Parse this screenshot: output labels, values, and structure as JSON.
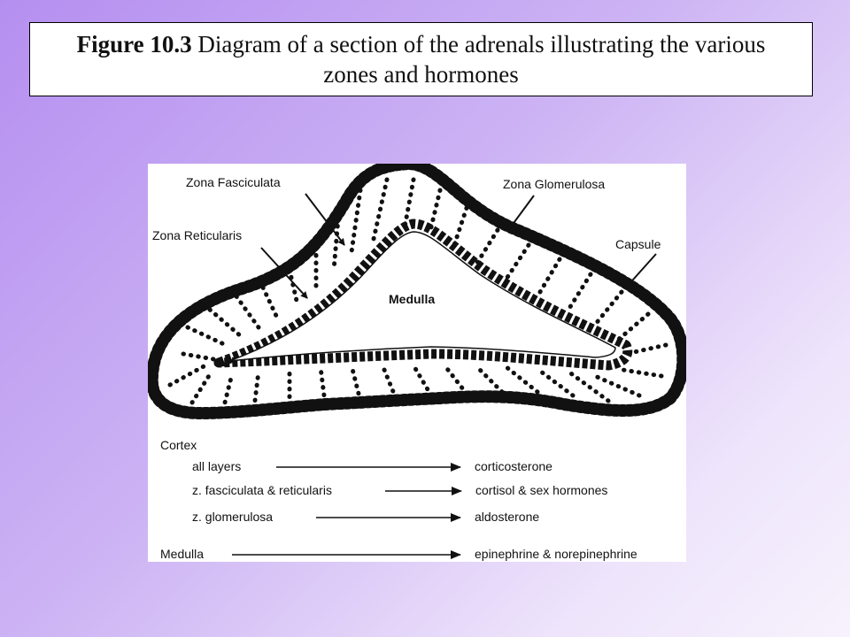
{
  "title": {
    "figure_number": "Figure 10.3",
    "caption": "Diagram of a section of the adrenals illustrating the various zones and hormones"
  },
  "diagram": {
    "labels": {
      "zona_fasciculata": "Zona Fasciculata",
      "zona_glomerulosa": "Zona Glomerulosa",
      "zona_reticularis": "Zona Reticularis",
      "capsule": "Capsule",
      "medulla": "Medulla"
    },
    "legend": {
      "cortex_heading": "Cortex",
      "rows": [
        {
          "source": "all layers",
          "hormone": "corticosterone"
        },
        {
          "source": "z. fasciculata & reticularis",
          "hormone": "cortisol & sex hormones"
        },
        {
          "source": "z. glomerulosa",
          "hormone": "aldosterone"
        },
        {
          "source": "Medulla",
          "hormone": "epinephrine & norepinephrine"
        }
      ]
    }
  }
}
